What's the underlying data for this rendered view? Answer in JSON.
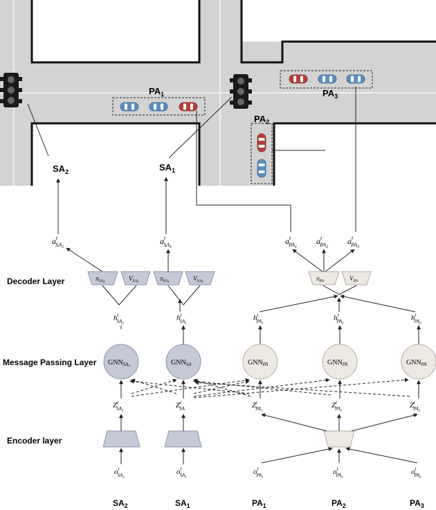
{
  "groups": {
    "pa1": "PA",
    "pa1_sub": "1",
    "pa2": "PA",
    "pa2_sub": "2",
    "pa3": "PA",
    "pa3_sub": "3"
  },
  "map_labels": {
    "sa2": "SA",
    "sa2_sub": "2",
    "sa1": "SA",
    "sa1_sub": "1"
  },
  "layers": {
    "decoder": "Decoder Layer",
    "message_passing": "Message Passing Layer",
    "encoder": "Encoder layer"
  },
  "actions": {
    "sa2": "a",
    "sa2_sup": "t",
    "sa2_sub": "SA",
    "sa2_subsub": "2",
    "sa1": "a",
    "sa1_sup": "t",
    "sa1_sub": "SA",
    "sa1_subsub": "1",
    "pa1": "a",
    "pa1_sup": "t",
    "pa1_sub": "PA",
    "pa1_subsub": "1",
    "pa2": "a",
    "pa2_sup": "t",
    "pa2_sub": "PA",
    "pa2_subsub": "2",
    "pa3": "a",
    "pa3_sup": "t",
    "pa3_sub": "PA",
    "pa3_subsub": "3"
  },
  "decoder_heads": {
    "pi": "π",
    "v": "V",
    "sa2_sub": "SA",
    "sa2_subsub": "2",
    "sa1_sub": "SA",
    "sa1_subsub": "1",
    "pa_sub": "PA"
  },
  "hidden": {
    "sym": "h",
    "sup": "t",
    "sa2_sub": "SA",
    "sa2_subsub": "2",
    "sa1_sub": "SA",
    "sa1_subsub": "1",
    "pa1_sub": "PA",
    "pa1_subsub": "1",
    "pa2_sub": "PA",
    "pa2_subsub": "2",
    "pa3_sub": "PA",
    "pa3_subsub": "3"
  },
  "gnn": {
    "name": "GNN",
    "sa2_sub": "SA",
    "sa2_subsub": "2",
    "sa1_sub": "SA",
    "pa_sub": "PA"
  },
  "latent": {
    "sym": "Z",
    "sup": "t",
    "sa2_sub": "SA",
    "sa2_subsub": "2",
    "sa1_sub": "SA",
    "pa1_sub": "PA",
    "pa1_subsub": "1",
    "pa2_sub": "PA",
    "pa2_subsub": "2",
    "pa3_sub": "PA",
    "pa3_subsub": "3"
  },
  "observations": {
    "sym": "o",
    "sup": "t",
    "sa2_sub": "SA",
    "sa2_subsub": "2",
    "sa1_sub": "SA",
    "sa1_subsub": "1",
    "pa1_sub": "PA",
    "pa1_subsub": "1",
    "pa2_sub": "PA",
    "pa2_subsub": "2",
    "pa3_sub": "PA",
    "pa3_subsub": "3"
  },
  "bottom_labels": {
    "sa2": "SA",
    "sa2_sub": "2",
    "sa1": "SA",
    "sa1_sub": "1",
    "pa1": "PA",
    "pa1_sub": "1",
    "pa2": "PA",
    "pa2_sub": "2",
    "pa3": "PA",
    "pa3_sub": "3"
  },
  "colors": {
    "road": "#d3d3d3",
    "car_blue": "#5b8fc0",
    "car_red": "#b5403a",
    "sa_node": "#c5c9d8",
    "pa_node": "#ede8e2"
  }
}
